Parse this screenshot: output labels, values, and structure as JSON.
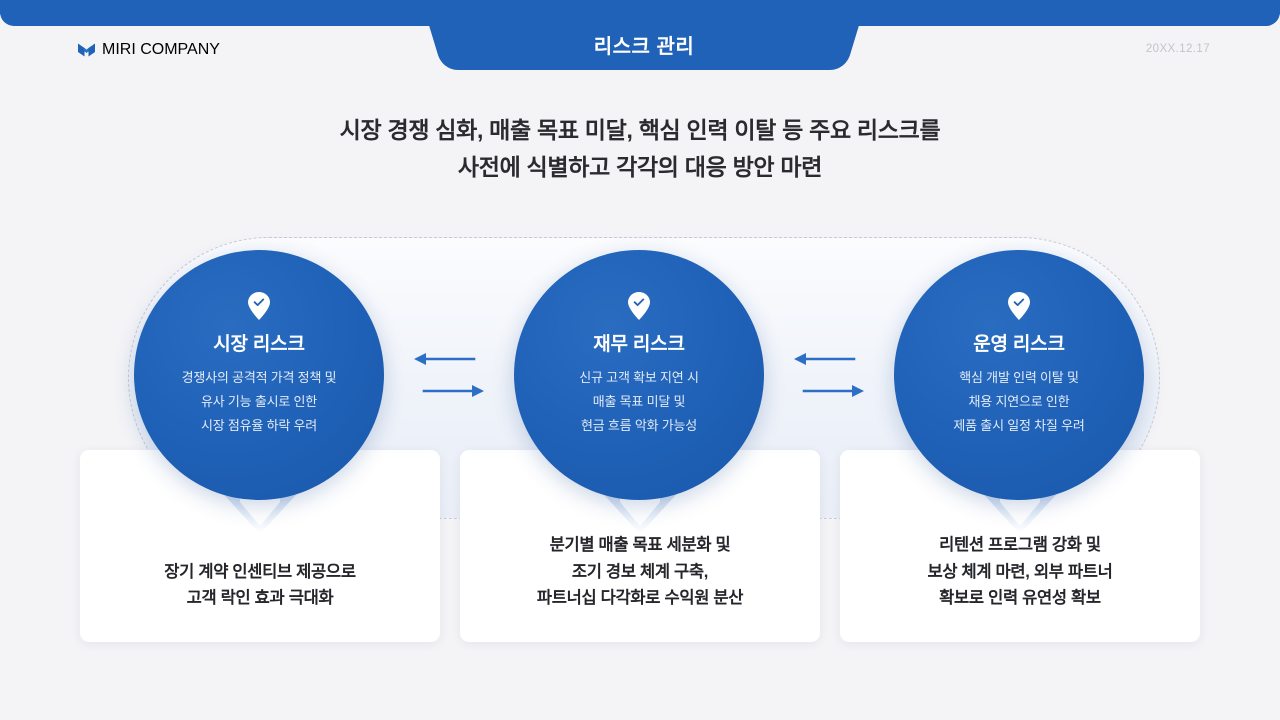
{
  "header": {
    "brand_name": "MIRI COMPANY",
    "brand_icon": "bowtie-logo-icon",
    "slide_title": "리스크 관리",
    "date": "20XX.12.17",
    "accent_color": "#1f62b8"
  },
  "headline": "시장 경쟁 심화, 매출 목표 미달, 핵심 인력 이탈 등 주요 리스크를\n사전에 식별하고 각각의 대응 방안 마련",
  "risks": [
    {
      "icon": "location-pin-check-icon",
      "title": "시장 리스크",
      "description": "경쟁사의 공격적 가격 정책 및\n유사 기능 출시로 인한\n시장 점유율 하락 우려",
      "action": "장기 계약 인센티브 제공으로\n고객 락인 효과 극대화"
    },
    {
      "icon": "location-pin-check-icon",
      "title": "재무 리스크",
      "description": "신규 고객 확보 지연 시\n매출 목표 미달 및\n현금 흐름 악화 가능성",
      "action": "분기별 매출 목표 세분화 및\n조기 경보 체계 구축,\n파트너십 다각화로 수익원 분산"
    },
    {
      "icon": "location-pin-check-icon",
      "title": "운영 리스크",
      "description": "핵심 개발 인력 이탈 및\n채용 지연으로 인한\n제품 출시 일정 차질 우려",
      "action": "리텐션 프로그램 강화 및\n보상 체계 마련, 외부 파트너\n확보로 인력 유연성 확보"
    }
  ],
  "connectors": {
    "between_icon": "bidirectional-arrows-icon",
    "down_icon": "down-chevron-arrow-icon"
  },
  "theme": {
    "background": "#f4f4f7",
    "circle_blue": "#1f62b8",
    "text_dark": "#25262b",
    "muted_gray": "#c2c4cb"
  }
}
